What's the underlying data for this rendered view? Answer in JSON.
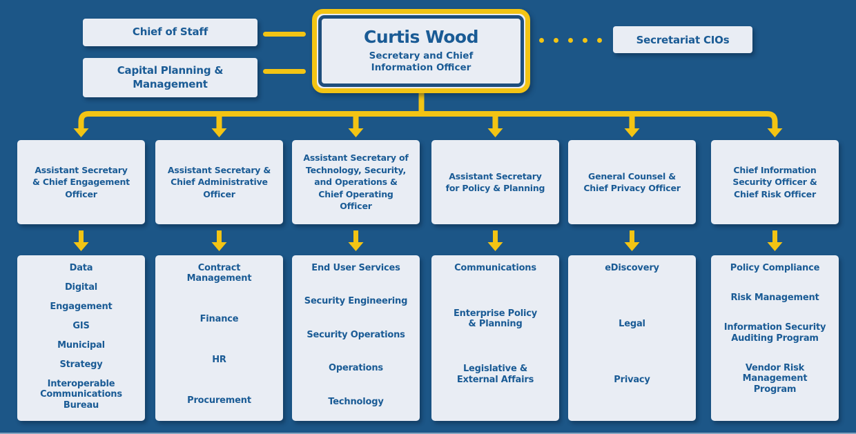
{
  "colors": {
    "background": "#1c5687",
    "accent_yellow": "#f3c414",
    "box_fill": "#e9edf4",
    "text_blue": "#1a5b95",
    "leader_inner_border": "#1e4e7d"
  },
  "root": {
    "chief_of_staff": "Chief of Staff",
    "capital_planning": "Capital Planning &\nManagement",
    "secretariat_cios": "Secretariat CIOs"
  },
  "leader": {
    "name": "Curtis Wood",
    "title": "Secretary and Chief\nInformation Officer"
  },
  "divisions": [
    {
      "head": "Assistant Secretary\n& Chief Engagement\nOfficer",
      "units": [
        "Data",
        "Digital",
        "Engagement",
        "GIS",
        "Municipal",
        "Strategy",
        "Interoperable\nCommunications\nBureau"
      ]
    },
    {
      "head": "Assistant Secretary &\nChief Administrative\nOfficer",
      "units": [
        "Contract\nManagement",
        "Finance",
        "HR",
        "Procurement"
      ]
    },
    {
      "head": "Assistant Secretary of\nTechnology, Security,\nand Operations &\nChief Operating\nOfficer",
      "units": [
        "End User Services",
        "Security Engineering",
        "Security Operations",
        "Operations",
        "Technology"
      ]
    },
    {
      "head": "Assistant Secretary\nfor Policy & Planning",
      "units": [
        "Communications",
        "Enterprise Policy\n& Planning",
        "Legislative &\nExternal Affairs"
      ]
    },
    {
      "head": "General Counsel &\nChief Privacy Officer",
      "units": [
        "eDiscovery",
        "Legal",
        "Privacy"
      ]
    },
    {
      "head": "Chief Information\nSecurity Officer &\nChief Risk Officer",
      "units": [
        "Policy Compliance",
        "Risk Management",
        "Information Security\nAuditing Program",
        "Vendor Risk\nManagement\nProgram"
      ]
    }
  ]
}
